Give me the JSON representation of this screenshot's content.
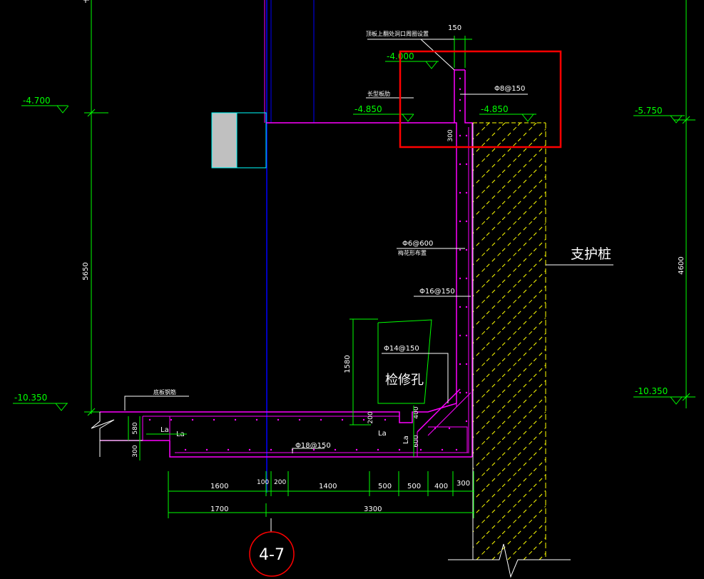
{
  "drawing": {
    "colors": {
      "background": "#000000",
      "magenta": "#ff00ff",
      "green": "#00ff00",
      "white": "#ffffff",
      "yellow": "#ffff00",
      "blue": "#0000ff",
      "cyan": "#00ffff",
      "red": "#ff0000",
      "gray": "#c0c0c0"
    },
    "elevations": {
      "left_top": "-4.700",
      "top_marker": "-4.000",
      "slab_left": "-4.850",
      "slab_right": "-4.850",
      "left_bottom": "-10.350",
      "right_top": "-5.750",
      "right_bottom": "-10.350"
    },
    "notes": {
      "top_note": "顶板上翻处洞口周圈设置",
      "beam_note": "长型板肋",
      "base_note": "底板钢筋",
      "pile_label": "支护桩",
      "hole_label": "检修孔",
      "bar_top": "Φ8@150",
      "bar_tie": "Φ6@600",
      "bar_tie_sub": "梅花形布置",
      "bar_wall": "Φ16@150",
      "bar_hole": "Φ14@150",
      "bar_base": "Φ18@150"
    },
    "dims": {
      "top_150": "150",
      "slab_300": "300",
      "left_5650": "5650",
      "right_4600": "4600",
      "hole_1580": "1580",
      "d200": "200",
      "d400": "400",
      "d600": "600",
      "d580": "580",
      "d300b": "300",
      "la1": "La",
      "la2": "La",
      "la3": "La",
      "la4": "La",
      "b1600": "1600",
      "b100": "100",
      "b200": "200",
      "b1400": "1400",
      "b500a": "500",
      "b500b": "500",
      "b400": "400",
      "b300": "300",
      "c1700": "1700",
      "c3300": "3300"
    },
    "section_tag": "4-7"
  }
}
